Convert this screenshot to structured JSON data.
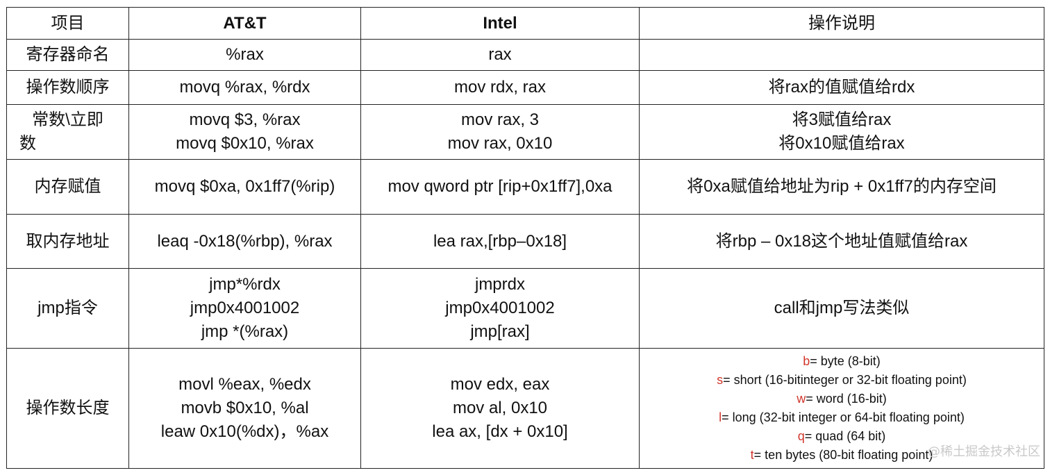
{
  "header": [
    "项目",
    "AT&T",
    "Intel",
    "操作说明"
  ],
  "rows": [
    {
      "item": [
        "寄存器命名"
      ],
      "att": [
        "%rax"
      ],
      "intel": [
        "rax"
      ],
      "desc": [
        ""
      ]
    },
    {
      "item": [
        "操作数顺序"
      ],
      "att": [
        "movq %rax, %rdx"
      ],
      "intel": [
        "mov rdx, rax"
      ],
      "desc": [
        "将rax的值赋值给rdx"
      ]
    },
    {
      "item": [
        "常数\\立即",
        "数"
      ],
      "att": [
        "movq $3, %rax",
        "movq $0x10, %rax"
      ],
      "intel": [
        "mov rax, 3",
        "mov rax, 0x10"
      ],
      "desc": [
        "将3赋值给rax",
        "将0x10赋值给rax"
      ]
    },
    {
      "item": [
        "内存赋值"
      ],
      "att": [
        "movq $0xa, 0x1ff7(%rip)"
      ],
      "intel": [
        "mov qword ptr [rip+0x1ff7],0xa"
      ],
      "desc": [
        "将0xa赋值给地址为rip + 0x1ff7的内存空间"
      ]
    },
    {
      "item": [
        "取内存地址"
      ],
      "att": [
        "leaq -0x18(%rbp), %rax"
      ],
      "intel": [
        "lea rax,[rbp–0x18]"
      ],
      "desc": [
        "将rbp – 0x18这个地址值赋值给rax"
      ]
    },
    {
      "item": [
        "jmp指令"
      ],
      "att": [
        "jmp*%rdx",
        "jmp0x4001002",
        "jmp *(%rax)"
      ],
      "intel": [
        "jmprdx",
        "jmp0x4001002",
        "jmp[rax]"
      ],
      "desc": [
        "call和jmp写法类似"
      ]
    },
    {
      "item": [
        "操作数长度"
      ],
      "att": [
        "movl %eax, %edx",
        "movb $0x10, %al",
        "leaw 0x10(%dx)，%ax"
      ],
      "intel": [
        "mov edx, eax",
        "mov al, 0x10",
        "lea ax, [dx + 0x10]"
      ],
      "legend": [
        {
          "letter": "b",
          "text": "= byte (8-bit)"
        },
        {
          "letter": "s",
          "text": "= short (16-bitinteger or 32-bit floating point)"
        },
        {
          "letter": "w",
          "text": "= word (16-bit)"
        },
        {
          "letter": "l",
          "text": "= long (32-bit integer or 64-bit floating point)"
        },
        {
          "letter": "q",
          "text": "= quad (64 bit)"
        },
        {
          "letter": "t",
          "text": "= ten bytes (80-bit floating point)"
        }
      ]
    }
  ],
  "watermark": "@稀土掘金技术社区",
  "colors": {
    "border": "#222222",
    "text": "#111111",
    "legend_letter": "#d0362b",
    "watermark": "#c9c9c9"
  }
}
